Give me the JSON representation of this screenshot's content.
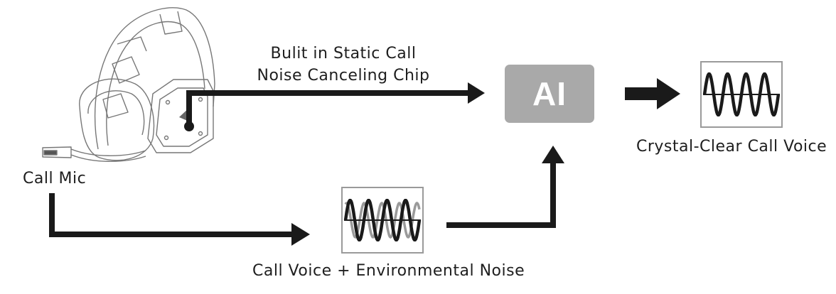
{
  "labels": {
    "chip_line1": "Bulit in Static Call",
    "chip_line2": "Noise Canceling Chip",
    "call_mic": "Call Mic",
    "noise": "Call Voice + Environmental Noise",
    "clear": "Crystal-Clear Call Voice"
  },
  "ai_box": {
    "text": "AI",
    "color": "#a9a9a9"
  },
  "colors": {
    "ink": "#1e1e1e",
    "arrow": "#1a1a1a",
    "box_border": "#9a9a9a",
    "noise_wave": "#9a9a9a",
    "headset_line": "#777777"
  }
}
